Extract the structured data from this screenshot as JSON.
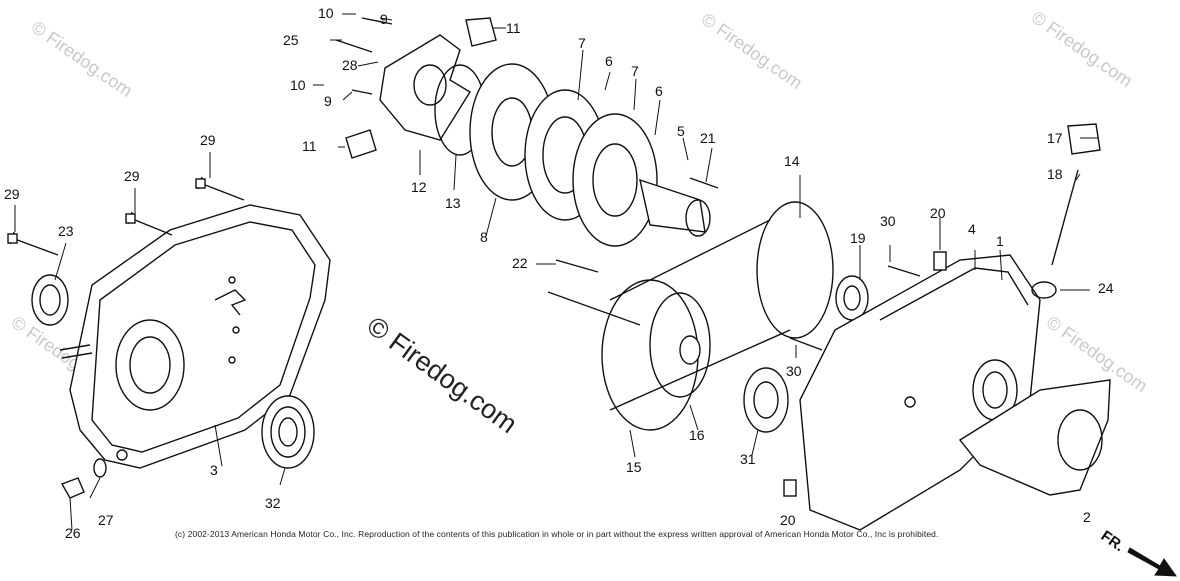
{
  "watermark": {
    "text": "© Firedog.com",
    "center_text": "© Firedog.com"
  },
  "copyright_notice": "(c) 2002-2013 American Honda Motor Co., Inc. Reproduction of the contents of this publication in whole or in part without the express written approval of American Honda Motor Co., Inc is prohibited.",
  "direction_label": "FR.",
  "callouts": {
    "c1": "1",
    "c2": "2",
    "c3": "3",
    "c4": "4",
    "c5": "5",
    "c6a": "6",
    "c6b": "6",
    "c7a": "7",
    "c7b": "7",
    "c8": "8",
    "c9a": "9",
    "c9b": "9",
    "c10a": "10",
    "c10b": "10",
    "c11a": "11",
    "c11b": "11",
    "c12": "12",
    "c13": "13",
    "c14": "14",
    "c15": "15",
    "c16": "16",
    "c17": "17",
    "c18": "18",
    "c19": "19",
    "c20a": "20",
    "c20b": "20",
    "c21": "21",
    "c22": "22",
    "c23": "23",
    "c24": "24",
    "c25": "25",
    "c26": "26",
    "c27": "27",
    "c28": "28",
    "c29a": "29",
    "c29b": "29",
    "c29c": "29",
    "c30a": "30",
    "c30b": "30",
    "c31": "31",
    "c32": "32"
  }
}
